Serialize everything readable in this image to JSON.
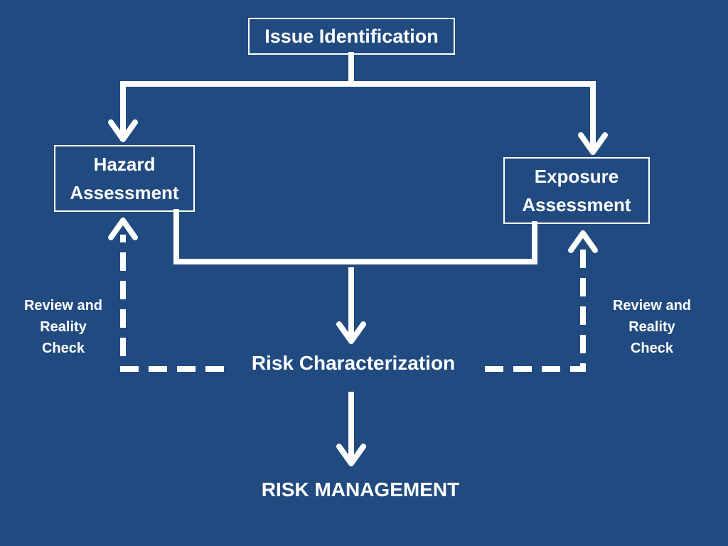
{
  "boxes": {
    "issue_identification": "Issue Identification",
    "hazard_assessment": [
      "Hazard",
      "Assessment"
    ],
    "exposure_assessment": [
      "Exposure",
      "Assessment"
    ]
  },
  "risk_characterization": "Risk Characterization",
  "risk_management": "RISK MANAGEMENT",
  "review_left": [
    "Review and",
    "Reality",
    "Check"
  ],
  "review_right": [
    "Review and",
    "Reality",
    "Check"
  ],
  "colors": {
    "background": "#214b80",
    "foreground": "#ffffff"
  }
}
